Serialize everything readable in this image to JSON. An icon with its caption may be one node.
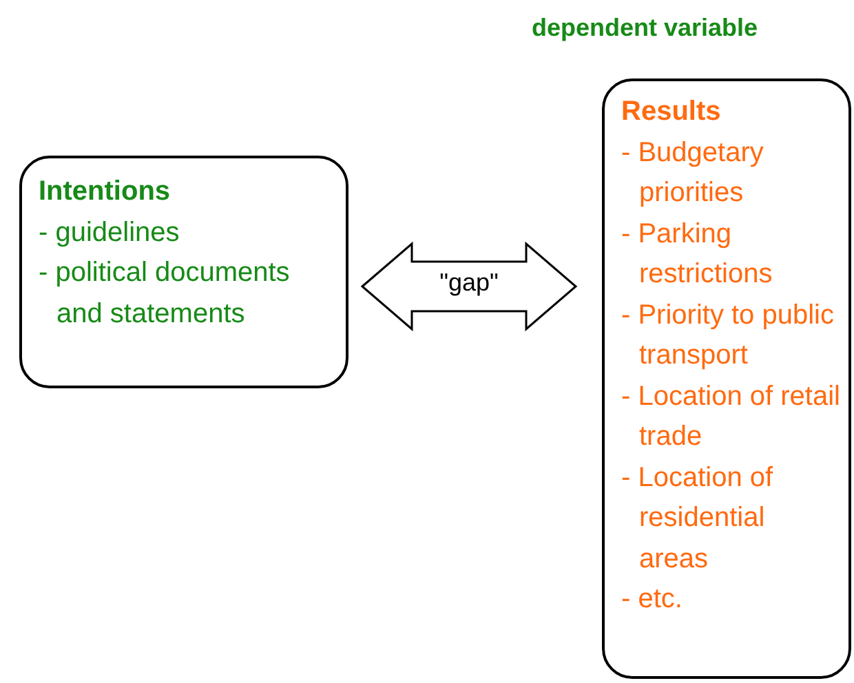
{
  "diagram": {
    "nodes": [
      {
        "text": [
          "Intentions",
          "- guidelines",
          "- political documents and statements"
        ]
      },
      {
        "text": [
          "Results",
          "- Budgetary priorities",
          "- Parking restrictions",
          "- Priority to public transport",
          "- Location of retail trade",
          "- Location of residential areas",
          "- etc."
        ]
      }
    ],
    "edges": [
      {
        "from": 0,
        "to": 1,
        "arrow": "both",
        "label": "\"gap\""
      }
    ],
    "labels": [
      "dependent variable"
    ]
  }
}
